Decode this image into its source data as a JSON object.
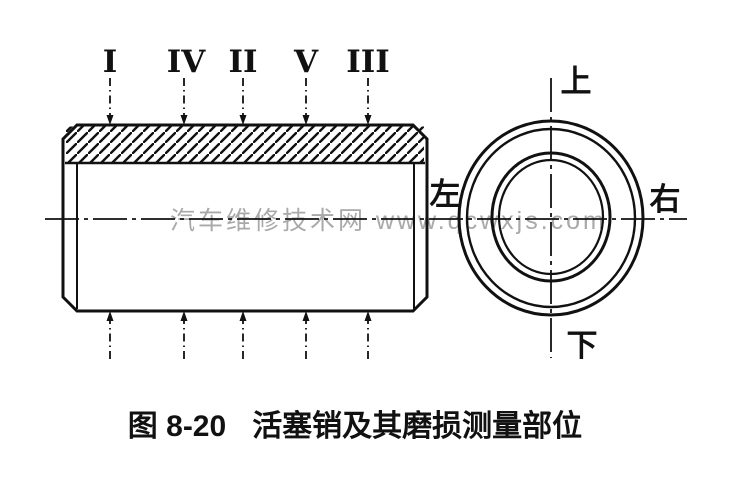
{
  "figure": {
    "caption_number": "图 8-20",
    "caption_title": "活塞销及其磨损测量部位"
  },
  "watermark": {
    "text": "汽车维修技术网 www.qcwxjs.com"
  },
  "side_view": {
    "description": "piston pin side view with hatched section band",
    "measurement_positions": [
      {
        "label": "I"
      },
      {
        "label": "IV"
      },
      {
        "label": "II"
      },
      {
        "label": "V"
      },
      {
        "label": "III"
      }
    ]
  },
  "end_view": {
    "description": "piston pin end view, concentric circles",
    "labels": {
      "top": "上",
      "bottom": "下",
      "left": "左",
      "right": "右"
    }
  },
  "colors": {
    "line": "#111111",
    "background": "#ffffff",
    "watermark": "#a9a9a9"
  }
}
